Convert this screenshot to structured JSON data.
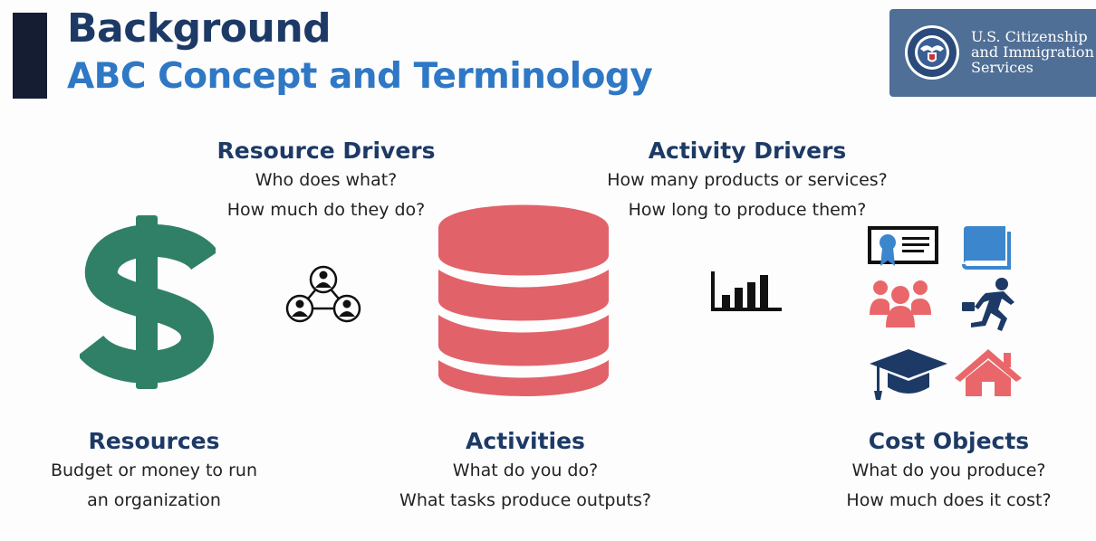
{
  "header": {
    "title": "Background",
    "subtitle": "ABC Concept and Terminology"
  },
  "logo": {
    "lines": [
      "U.S. Citizenship",
      "and Immigration",
      "Services"
    ]
  },
  "resource_drivers": {
    "heading": "Resource Drivers",
    "lines": [
      "Who does what?",
      "How much do they do?"
    ]
  },
  "activity_drivers": {
    "heading": "Activity Drivers",
    "lines": [
      "How many products or services?",
      "How long to produce them?"
    ]
  },
  "resources": {
    "heading": "Resources",
    "lines": [
      "Budget or money to run",
      "an organization"
    ]
  },
  "activities": {
    "heading": "Activities",
    "lines": [
      "What do you do?",
      "What tasks produce outputs?"
    ]
  },
  "cost_objects": {
    "heading": "Cost Objects",
    "lines": [
      "What do you produce?",
      "How much does it cost?"
    ]
  },
  "icons": {
    "dollar": "dollar-sign-icon",
    "network": "people-network-icon",
    "database": "database-icon",
    "bar_chart": "bar-chart-icon",
    "certificate": "certificate-icon",
    "book": "book-icon",
    "group": "group-icon",
    "runner": "runner-icon",
    "graduation_cap": "graduation-cap-icon",
    "house": "house-icon"
  },
  "colors": {
    "title": "#1d3a66",
    "subtitle": "#2e78c5",
    "dollar": "#2f8066",
    "database": "#e2626a",
    "cost_icon_blue": "#3b86cc",
    "cost_icon_red": "#e9676a",
    "logo_bg": "#4f6f96"
  }
}
